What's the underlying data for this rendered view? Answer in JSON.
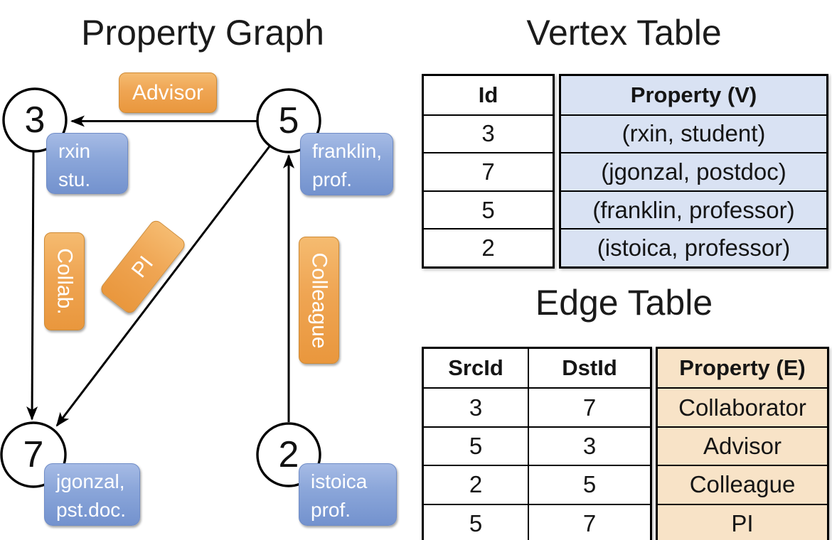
{
  "left_panel": {
    "title": "Property Graph",
    "nodes": [
      {
        "id": "3",
        "line1": "rxin",
        "line2": "stu."
      },
      {
        "id": "5",
        "line1": "franklin,",
        "line2": "prof."
      },
      {
        "id": "7",
        "line1": "jgonzal,",
        "line2": "pst.doc."
      },
      {
        "id": "2",
        "line1": "istoica",
        "line2": "prof."
      }
    ],
    "edge_labels": {
      "advisor": "Advisor",
      "collab": "Collab.",
      "pi": "PI",
      "colleague": "Colleague"
    }
  },
  "vertex_table": {
    "title": "Vertex Table",
    "columns": {
      "id": "Id",
      "property": "Property (V)"
    },
    "rows": [
      {
        "id": "3",
        "property": "(rxin, student)"
      },
      {
        "id": "7",
        "property": "(jgonzal, postdoc)"
      },
      {
        "id": "5",
        "property": "(franklin, professor)"
      },
      {
        "id": "2",
        "property": "(istoica, professor)"
      }
    ]
  },
  "edge_table": {
    "title": "Edge Table",
    "columns": {
      "src": "SrcId",
      "dst": "DstId",
      "property": "Property (E)"
    },
    "rows": [
      {
        "src": "3",
        "dst": "7",
        "property": "Collaborator"
      },
      {
        "src": "5",
        "dst": "3",
        "property": "Advisor"
      },
      {
        "src": "2",
        "dst": "5",
        "property": "Colleague"
      },
      {
        "src": "5",
        "dst": "7",
        "property": "PI"
      }
    ]
  },
  "colors": {
    "edge_label_orange": "#efa553",
    "vertex_box_blue": "#8ca7da",
    "vertex_property_fill": "#d9e2f3",
    "edge_property_fill": "#f8e3c7",
    "line_black": "#000000"
  }
}
